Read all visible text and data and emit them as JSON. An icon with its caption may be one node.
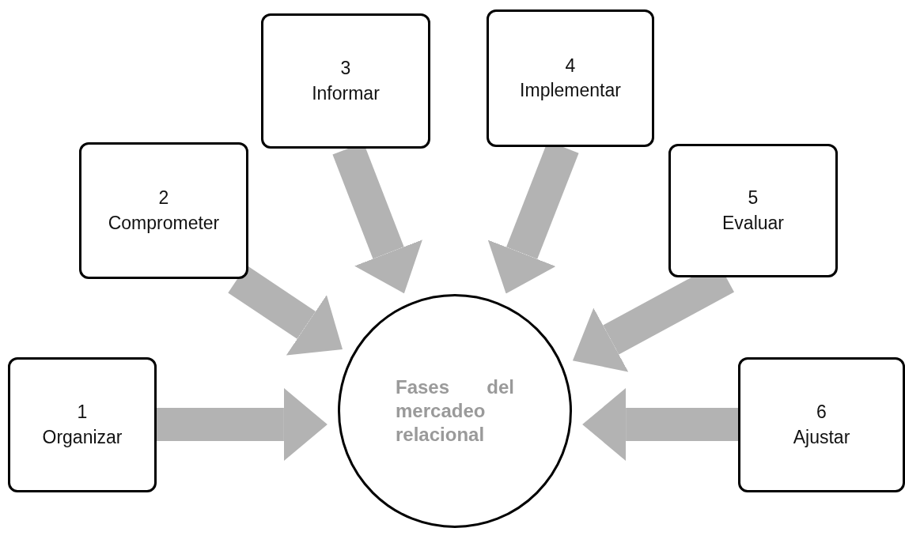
{
  "diagram": {
    "nodes": [
      {
        "text": [
          "1",
          "Organizar"
        ]
      },
      {
        "text": [
          "2",
          "Comprometer"
        ]
      },
      {
        "text": [
          "3",
          "Informar"
        ]
      },
      {
        "text": [
          "4",
          "Implementar"
        ]
      },
      {
        "text": [
          "5",
          "Evaluar"
        ]
      },
      {
        "text": [
          "6",
          "Ajustar"
        ]
      },
      {
        "text": [
          "Fases del mercadeo relacional"
        ]
      }
    ],
    "edges": [
      {
        "from": 0,
        "to": 6,
        "arrow": "to"
      },
      {
        "from": 1,
        "to": 6,
        "arrow": "to"
      },
      {
        "from": 2,
        "to": 6,
        "arrow": "to"
      },
      {
        "from": 3,
        "to": 6,
        "arrow": "to"
      },
      {
        "from": 4,
        "to": 6,
        "arrow": "to"
      },
      {
        "from": 5,
        "to": 6,
        "arrow": "to"
      }
    ]
  }
}
